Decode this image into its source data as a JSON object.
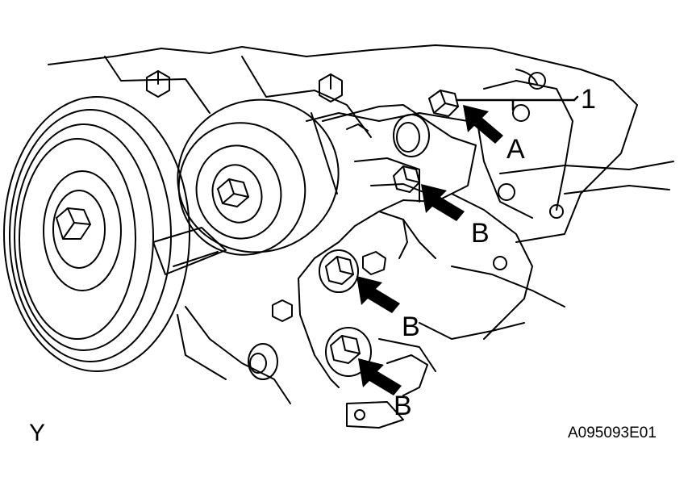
{
  "diagram": {
    "callout_number": "1",
    "bolt_labels": {
      "a": "A",
      "b1": "B",
      "b2": "B",
      "b3": "B"
    },
    "view_label": "Y",
    "figure_code": "A095093E01",
    "colors": {
      "line": "#000000",
      "background": "#ffffff"
    }
  }
}
